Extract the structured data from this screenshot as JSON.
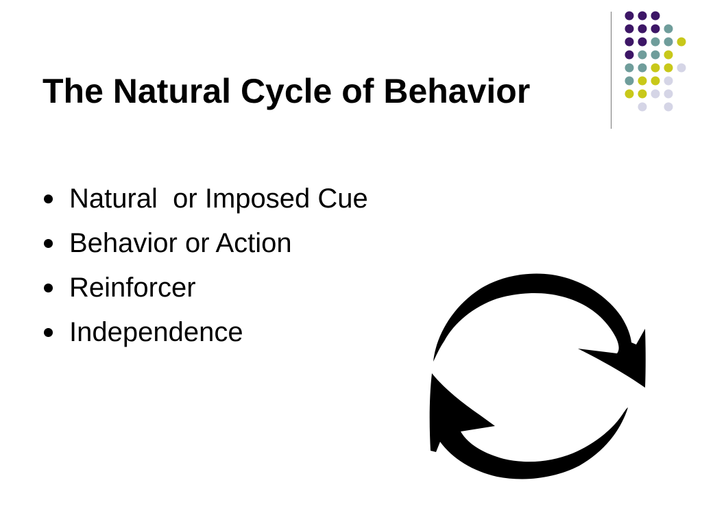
{
  "slide": {
    "title": "The Natural Cycle of Behavior",
    "bullets": [
      "Natural  or Imposed Cue",
      "Behavior or Action",
      "Reinforcer",
      "Independence"
    ]
  },
  "decoration": {
    "dot_grid_colors": {
      "purple": "#3d1666",
      "teal": "#6f9d9b",
      "olive": "#c8c81a",
      "lavender": "#d5d5e6"
    },
    "cycle_icon": "circular-arrows-icon"
  }
}
